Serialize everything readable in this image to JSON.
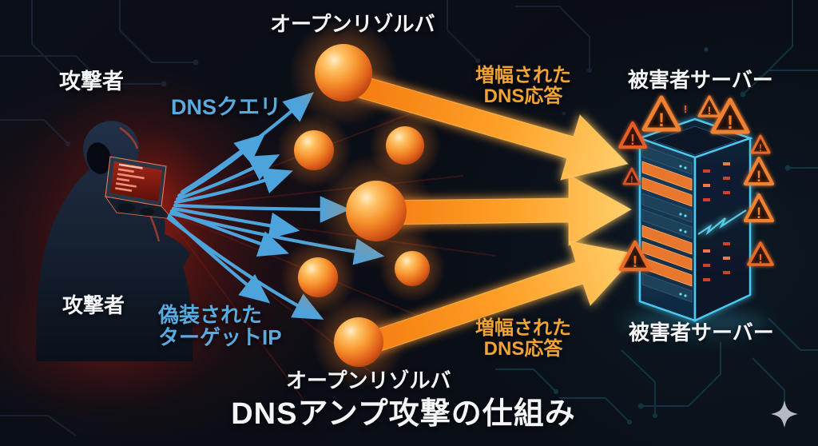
{
  "diagram": {
    "title": "DNSアンプ攻撃の仕組み",
    "attacker": {
      "label_top": "攻撃者",
      "label_bottom": "攻撃者"
    },
    "resolvers": {
      "label_top": "オープンリゾルバ",
      "label_bottom": "オープンリゾルバ",
      "count": 7
    },
    "victim": {
      "label_top": "被害者サーバー",
      "label_bottom": "被害者サーバー"
    },
    "flows": {
      "dns_query": "DNSクエリ",
      "spoofed_ip": [
        "偽装された",
        "ターゲットIP"
      ],
      "amplified_top": [
        "増幅された",
        "DNS応答"
      ],
      "amplified_bottom": [
        "増幅された",
        "DNS応答"
      ]
    },
    "icons": {
      "warning_mark": "!"
    },
    "colors": {
      "background": "#0a0d15",
      "query_blue": "#58aadf",
      "response_orange": "#ff9420",
      "orange_text": "#f2a335",
      "white_text": "#f3f5f7",
      "sphere": "#f6912c",
      "server_glow": "#49c9f2",
      "warning": "#f08030",
      "attacker_glow": "#8c160c"
    }
  }
}
